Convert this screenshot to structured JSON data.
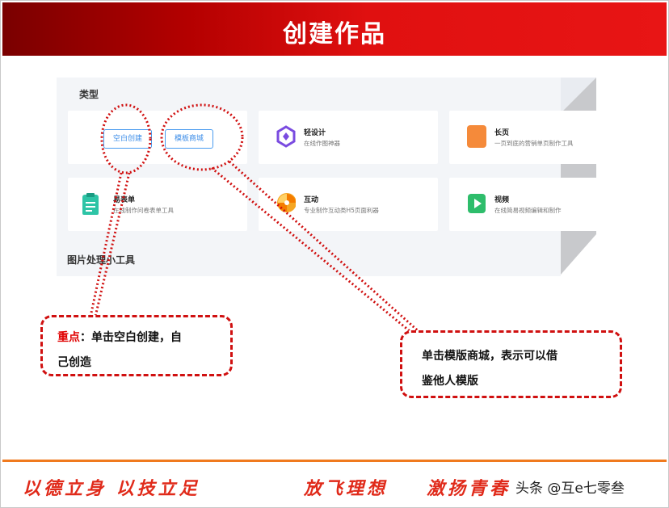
{
  "slide": {
    "title": "创建作品"
  },
  "app": {
    "section_type_label": "类型",
    "section_tools_label": "图片处理小工具",
    "blank_create_label": "空白创建",
    "template_mall_label": "模板商城",
    "cards": [
      {
        "title": "轻设计",
        "desc": "在线作图神器"
      },
      {
        "title": "长页",
        "desc": "一页到底的营销单页制作工具"
      },
      {
        "title": "易表单",
        "desc": "在线制作问卷表单工具"
      },
      {
        "title": "互动",
        "desc": "专业制作互动类H5页面利器"
      },
      {
        "title": "视频",
        "desc": "在线简易视频编辑和制作"
      }
    ]
  },
  "callouts": {
    "left_key": "重点",
    "left_text_line1": "：单击空白创建，自",
    "left_text_line2": "己创造",
    "right_line1": "单击模版商城，表示可以借",
    "right_line2": "鉴他人模版"
  },
  "footer": {
    "slogan1": "以德立身 以技立足",
    "slogan2": "放飞理想",
    "slogan3": "激扬青春",
    "watermark": "头条 @互e七零叁"
  },
  "colors": {
    "accent_red": "#e01010",
    "link_blue": "#3e8ee8",
    "divider_orange": "#f07a1e"
  }
}
